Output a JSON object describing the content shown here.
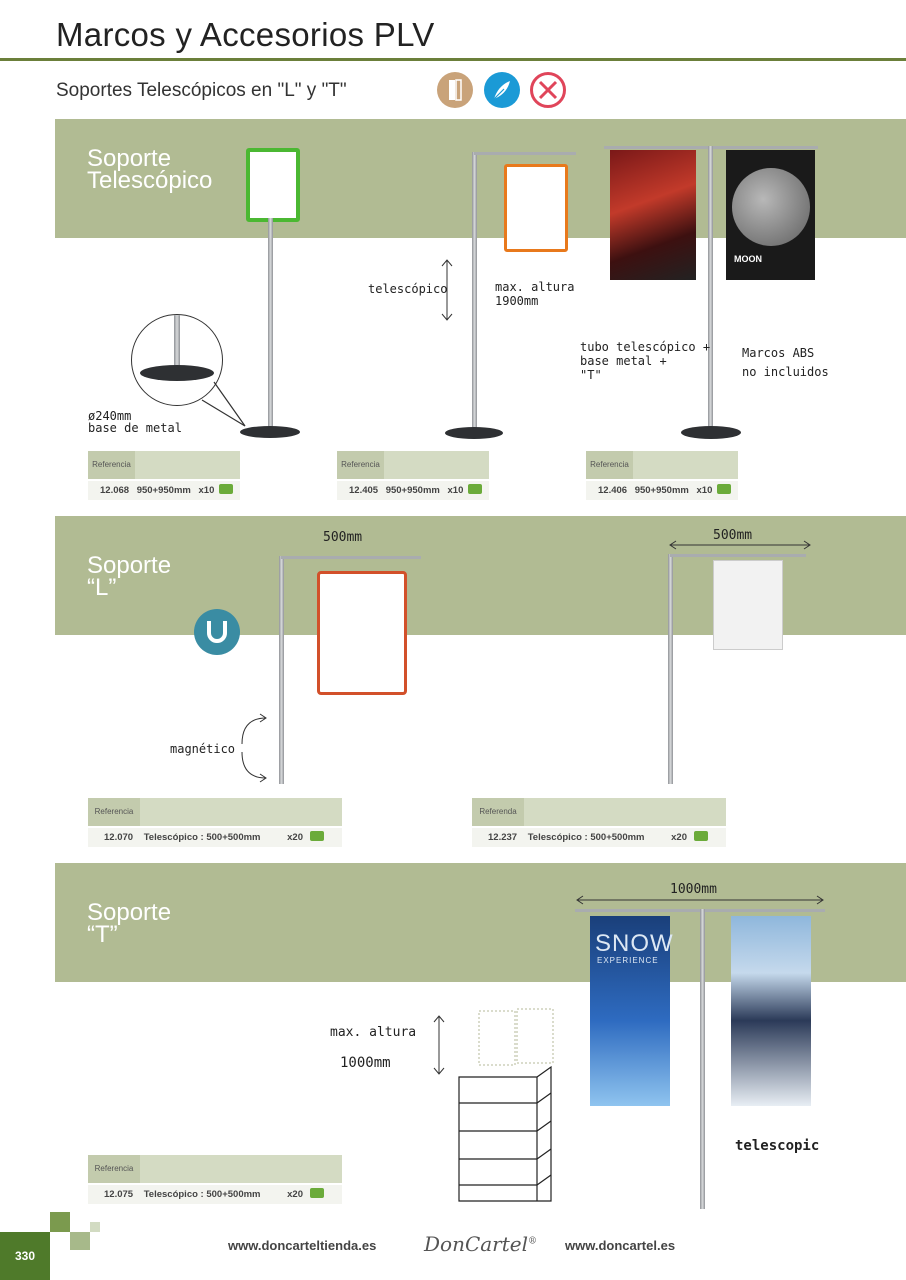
{
  "header": {
    "title": "Marcos y Accesorios PLV",
    "subtitle": "Soportes Telescópicos en \"L\" y \"T\"",
    "icons": [
      "mounting-icon",
      "feather-icon",
      "no-tools-icon"
    ]
  },
  "sections": [
    {
      "title_line1": "Soporte",
      "title_line2": "Telescópico",
      "annotations": {
        "base": "ø240mm\nbase de metal",
        "telescopic": "telescópico",
        "max_height": "max. altura\n1900mm",
        "tube": "tubo telescópico +\nbase metal +\n\"T\"",
        "frames": "Marcos ABS\nno incluidos"
      },
      "products": [
        {
          "ref_label": "Referencia",
          "ref": "12.068",
          "size": "950+950mm",
          "qty": "x10"
        },
        {
          "ref_label": "Referencia",
          "ref": "12.405",
          "size": "950+950mm",
          "qty": "x10"
        },
        {
          "ref_label": "Referencia",
          "ref": "12.406",
          "size": "950+950mm",
          "qty": "x10"
        }
      ]
    },
    {
      "title_line1": "Soporte",
      "title_line2": "“L”",
      "annotations": {
        "width_a": "500mm",
        "width_b": "500mm",
        "magnetic": "magnético"
      },
      "products": [
        {
          "ref_label": "Referencia",
          "ref": "12.070",
          "size": "Telescópico : 500+500mm",
          "qty": "x20"
        },
        {
          "ref_label": "Referenda",
          "ref": "12.237",
          "size": "Telescópico : 500+500mm",
          "qty": "x20"
        }
      ]
    },
    {
      "title_line1": "Soporte",
      "title_line2": "“T”",
      "annotations": {
        "width": "1000mm",
        "max_height": "max. altura",
        "max_height_value": "1000mm",
        "telescopic": "telescopic",
        "banner_text": "SNOW",
        "banner_sub": "EXPERIENCE"
      },
      "products": [
        {
          "ref_label": "Referencia",
          "ref": "12.075",
          "size": "Telescópico : 500+500mm",
          "qty": "x20"
        }
      ]
    }
  ],
  "poster": {
    "moon_label": "MOON"
  },
  "footer": {
    "page_number": "330",
    "url_left": "www.doncarteltienda.es",
    "logo": "DonCartel",
    "logo_mark": "®",
    "url_right": "www.doncartel.es"
  },
  "colors": {
    "band": "#b1bb93",
    "rule": "#6b7f3a",
    "page_num_bg": "#4f7a2a",
    "frame_green": "#4bb832",
    "frame_orange": "#e8791c",
    "frame_red": "#d2502a"
  }
}
